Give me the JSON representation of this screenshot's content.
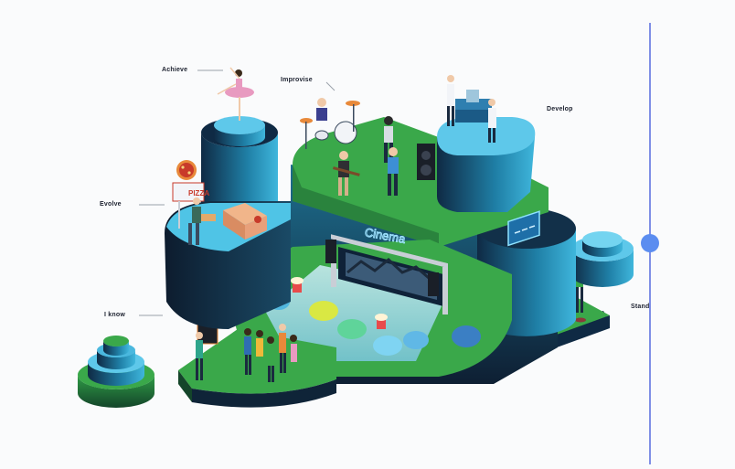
{
  "milestones": {
    "achieve": "Achieve",
    "improvise": "Improvise",
    "develop": "Develop",
    "evolve": "Evolve",
    "i_know": "I know",
    "stand": "Stand"
  },
  "signs": {
    "pizza": "PIZZA",
    "cinema": "Cinema"
  },
  "colors": {
    "green": "#3aa84a",
    "dark_navy": "#10233a",
    "cyan": "#4fc4e6",
    "timeline": "#7f8fe6"
  }
}
